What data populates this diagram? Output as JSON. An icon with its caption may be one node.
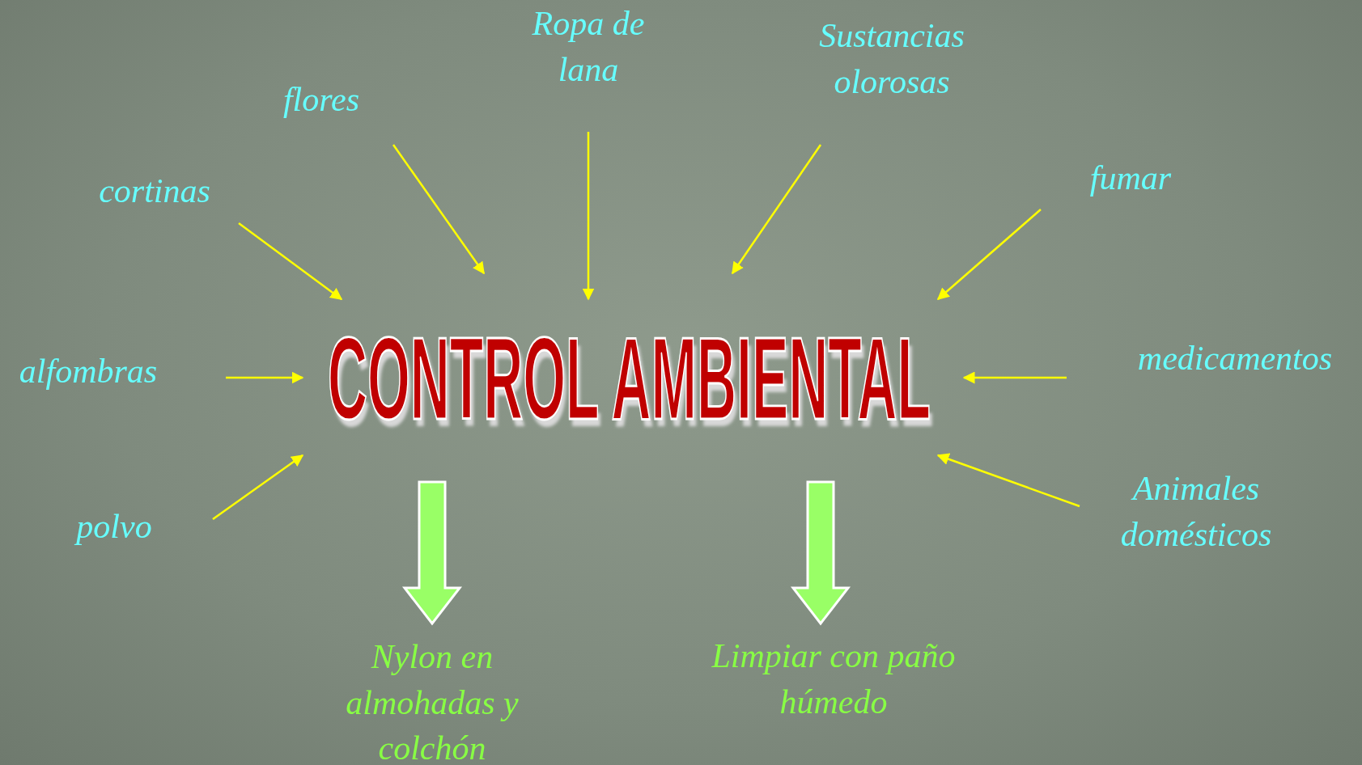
{
  "diagram": {
    "nodes": [
      {
        "text": [
          "CONTROL AMBIENTAL"
        ]
      },
      {
        "text": [
          "Ropa de lana"
        ]
      },
      {
        "text": [
          "Sustancias olorosas"
        ]
      },
      {
        "text": [
          "flores"
        ]
      },
      {
        "text": [
          "fumar"
        ]
      },
      {
        "text": [
          "cortinas"
        ]
      },
      {
        "text": [
          "medicamentos"
        ]
      },
      {
        "text": [
          "alfombras"
        ]
      },
      {
        "text": [
          "Animales domésticos"
        ]
      },
      {
        "text": [
          "polvo"
        ]
      },
      {
        "text": [
          "Limpiar con paño húmedo"
        ]
      },
      {
        "text": [
          "Nylon en almohadas y colchón"
        ]
      }
    ],
    "edges": [
      {
        "from": 1,
        "to": 0,
        "arrow": "to"
      },
      {
        "from": 2,
        "to": 0,
        "arrow": "to"
      },
      {
        "from": 3,
        "to": 0,
        "arrow": "to"
      },
      {
        "from": 4,
        "to": 0,
        "arrow": "to"
      },
      {
        "from": 5,
        "to": 0,
        "arrow": "to"
      },
      {
        "from": 6,
        "to": 0,
        "arrow": "to"
      },
      {
        "from": 7,
        "to": 0,
        "arrow": "to"
      },
      {
        "from": 8,
        "to": 0,
        "arrow": "to"
      },
      {
        "from": 9,
        "to": 0,
        "arrow": "to"
      },
      {
        "from": 0,
        "to": 11,
        "arrow": "to",
        "style": "thick",
        "color": "#99ff66"
      },
      {
        "from": 0,
        "to": 10,
        "arrow": "to",
        "style": "thick",
        "color": "#99ff66"
      }
    ]
  }
}
